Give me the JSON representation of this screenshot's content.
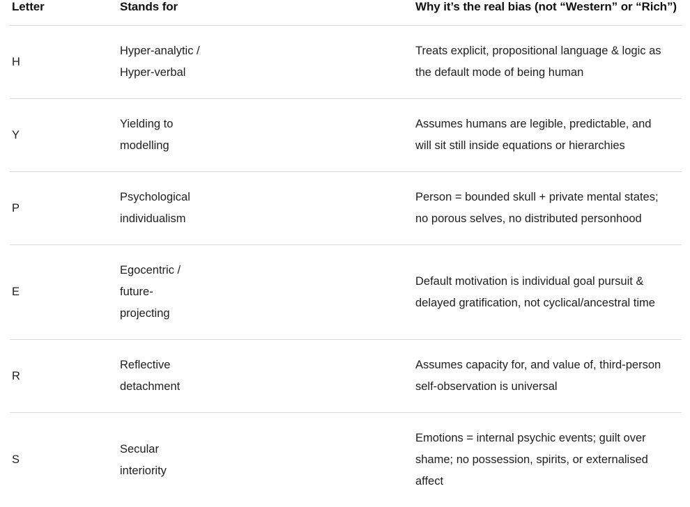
{
  "table": {
    "columns": [
      {
        "key": "letter",
        "label": "Letter"
      },
      {
        "key": "stands_for",
        "label": "Stands for"
      },
      {
        "key": "why",
        "label": "Why it’s the real bias (not “Western” or “Rich”)"
      }
    ],
    "rows": [
      {
        "letter": "H",
        "stands_for": "Hyper-analytic / Hyper-verbal",
        "why": "Treats explicit, propositional language & logic as the default mode of being human"
      },
      {
        "letter": "Y",
        "stands_for": "Yielding to modelling",
        "why": "Assumes humans are legible, predictable, and will sit still inside equations or hierarchies"
      },
      {
        "letter": "P",
        "stands_for": "Psychological individualism",
        "why": "Person = bounded skull + private mental states; no porous selves, no distributed personhood"
      },
      {
        "letter": "E",
        "stands_for": "Egocentric / future-projecting",
        "why": "Default motivation is individual goal pursuit & delayed gratification, not cyclical/ancestral time"
      },
      {
        "letter": "R",
        "stands_for": "Reflective detachment",
        "why": "Assumes capacity for, and value of, third-person self-observation is universal"
      },
      {
        "letter": "S",
        "stands_for": "Secular interiority",
        "why": "Emotions = internal psychic events; guilt over shame; no possession, spirits, or externalised affect"
      }
    ]
  },
  "colors": {
    "background": "#ffffff",
    "text": "#202020",
    "header_text": "#111111",
    "divider": "#d9d9d9"
  }
}
